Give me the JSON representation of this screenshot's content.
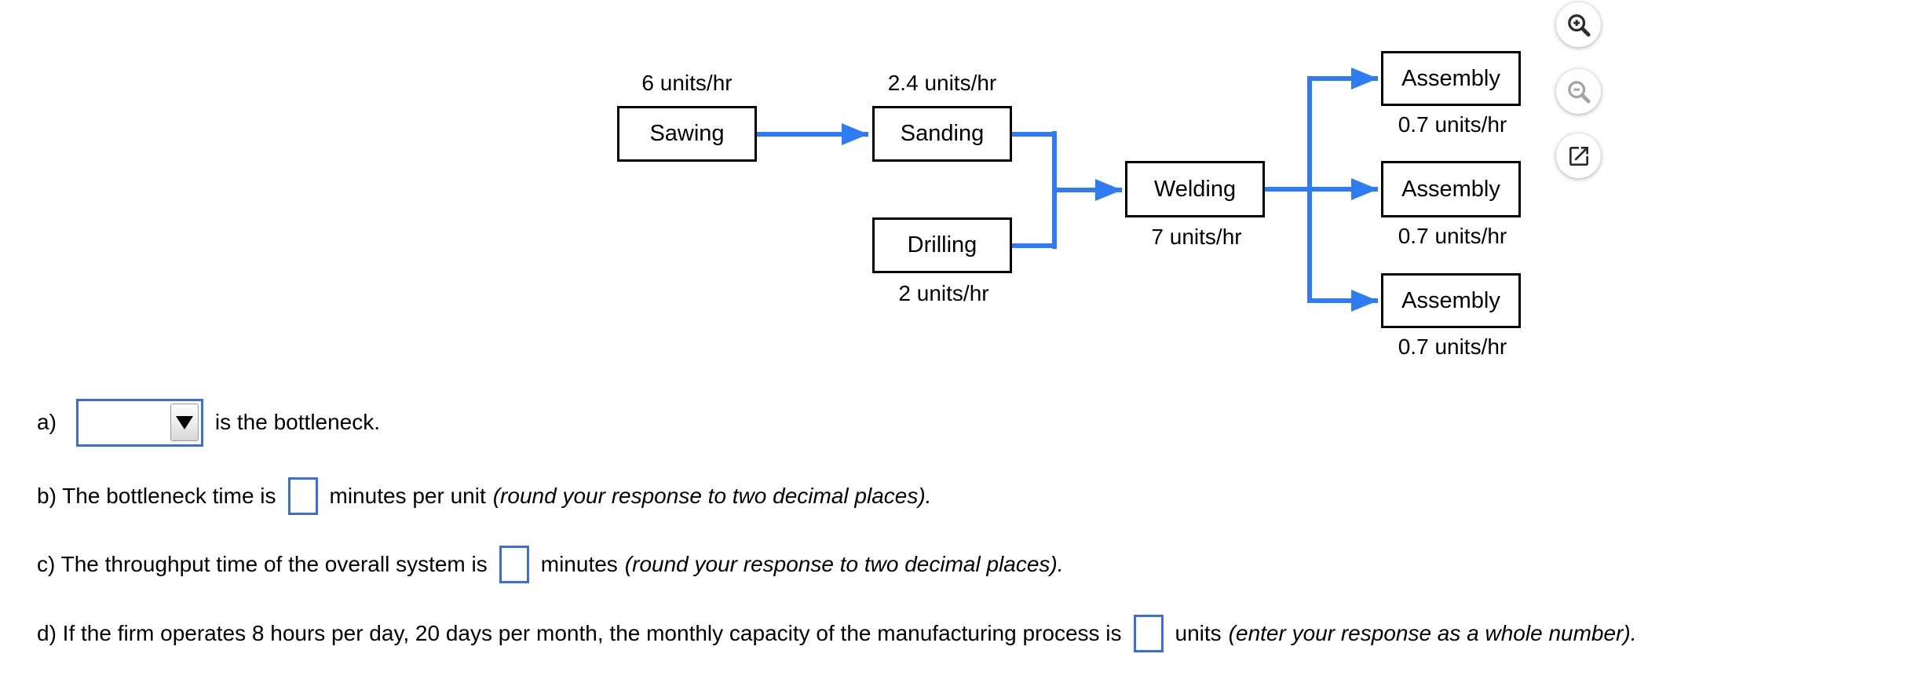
{
  "diagram": {
    "nodes": [
      {
        "id": "sawing",
        "label": "Sawing",
        "rate": "6 units/hr",
        "rate_position": "above"
      },
      {
        "id": "sanding",
        "label": "Sanding",
        "rate": "2.4 units/hr",
        "rate_position": "above"
      },
      {
        "id": "drilling",
        "label": "Drilling",
        "rate": "2 units/hr",
        "rate_position": "below"
      },
      {
        "id": "welding",
        "label": "Welding",
        "rate": "7 units/hr",
        "rate_position": "below"
      },
      {
        "id": "assembly-1",
        "label": "Assembly",
        "rate": "0.7 units/hr",
        "rate_position": "below"
      },
      {
        "id": "assembly-2",
        "label": "Assembly",
        "rate": "0.7 units/hr",
        "rate_position": "below"
      },
      {
        "id": "assembly-3",
        "label": "Assembly",
        "rate": "0.7 units/hr",
        "rate_position": "below"
      }
    ],
    "colors": {
      "arrow": "#2f7bf3",
      "box_border": "#000000",
      "input_border": "#3b6ed9"
    }
  },
  "toolbar": {
    "icons": [
      {
        "name": "zoom-in-icon",
        "enabled": true
      },
      {
        "name": "zoom-out-icon",
        "enabled": false
      },
      {
        "name": "open-in-new-window-icon",
        "enabled": true
      }
    ]
  },
  "questions": {
    "a": {
      "prefix": "a)",
      "dropdown_value": "",
      "suffix": "is the bottleneck."
    },
    "b": {
      "lead": "b) The bottleneck time is",
      "value": "",
      "tail": "minutes per unit",
      "note": "(round your response to two decimal places)."
    },
    "c": {
      "lead": "c) The throughput time of the overall system is",
      "value": "",
      "tail": "minutes",
      "note": "(round your response to two decimal places)."
    },
    "d": {
      "lead": "d) If the firm operates 8 hours per day, 20 days per month, the monthly capacity of the manufacturing process is",
      "value": "",
      "tail": "units",
      "note": "(enter your response as a whole number)."
    }
  }
}
